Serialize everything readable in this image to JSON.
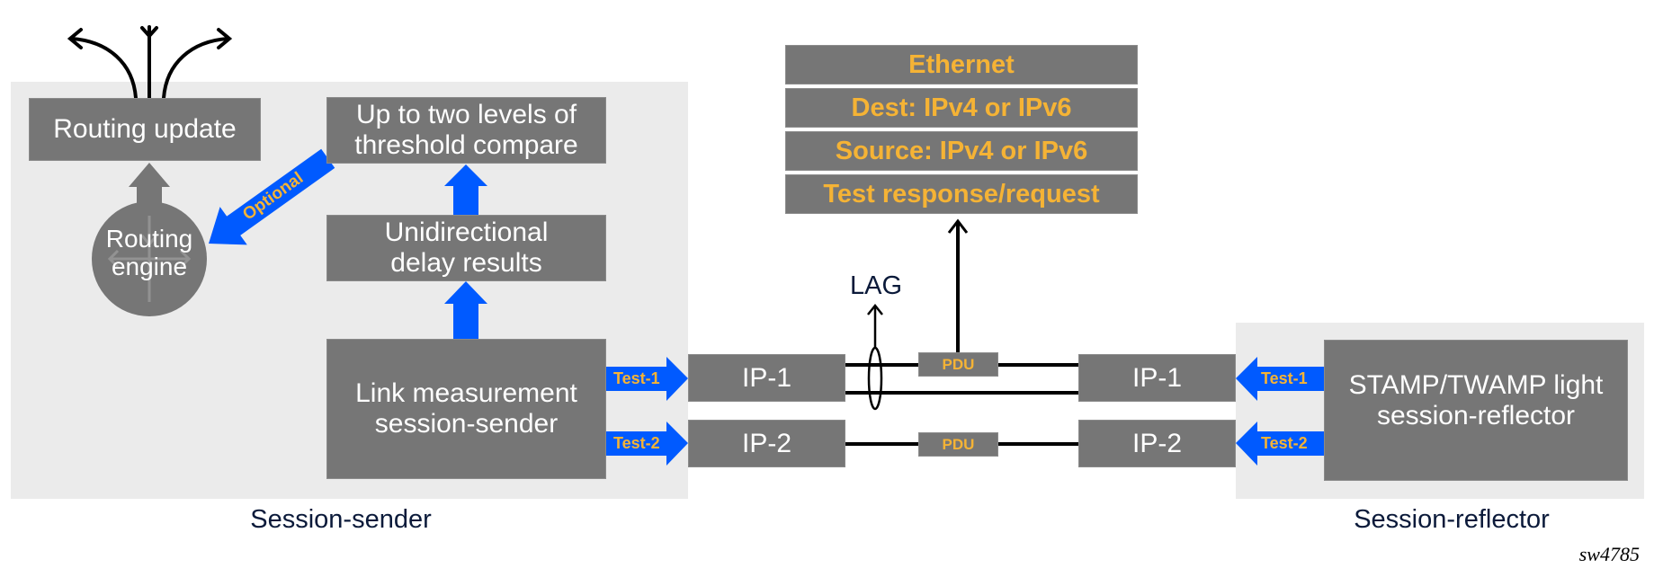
{
  "figure_id": "sw4785",
  "colors": {
    "panel": "#ebebeb",
    "box": "#767676",
    "accent_blue": "#005aff",
    "label_orange": "#f5b335",
    "caption_navy": "#0b1a3a"
  },
  "session_sender": {
    "caption": "Session-sender",
    "routing_update": "Routing update",
    "routing_engine": "Routing\nengine",
    "threshold_compare": "Up to two levels of\nthreshold compare",
    "delay_results": "Unidirectional\ndelay results",
    "link_measurement": "Link measurement\nsession-sender",
    "optional_label": "Optional",
    "test1_label": "Test-1",
    "test2_label": "Test-2"
  },
  "links": {
    "left_ip1": "IP-1",
    "left_ip2": "IP-2",
    "right_ip1": "IP-1",
    "right_ip2": "IP-2",
    "lag_label": "LAG",
    "pdu1": "PDU",
    "pdu2": "PDU"
  },
  "packet_stack": {
    "rows": [
      "Ethernet",
      "Dest: IPv4 or IPv6",
      "Source: IPv4 or IPv6",
      "Test response/request"
    ]
  },
  "session_reflector": {
    "caption": "Session-reflector",
    "reflector_box": "STAMP/TWAMP light\nsession-reflector",
    "test1_label": "Test-1",
    "test2_label": "Test-2"
  }
}
